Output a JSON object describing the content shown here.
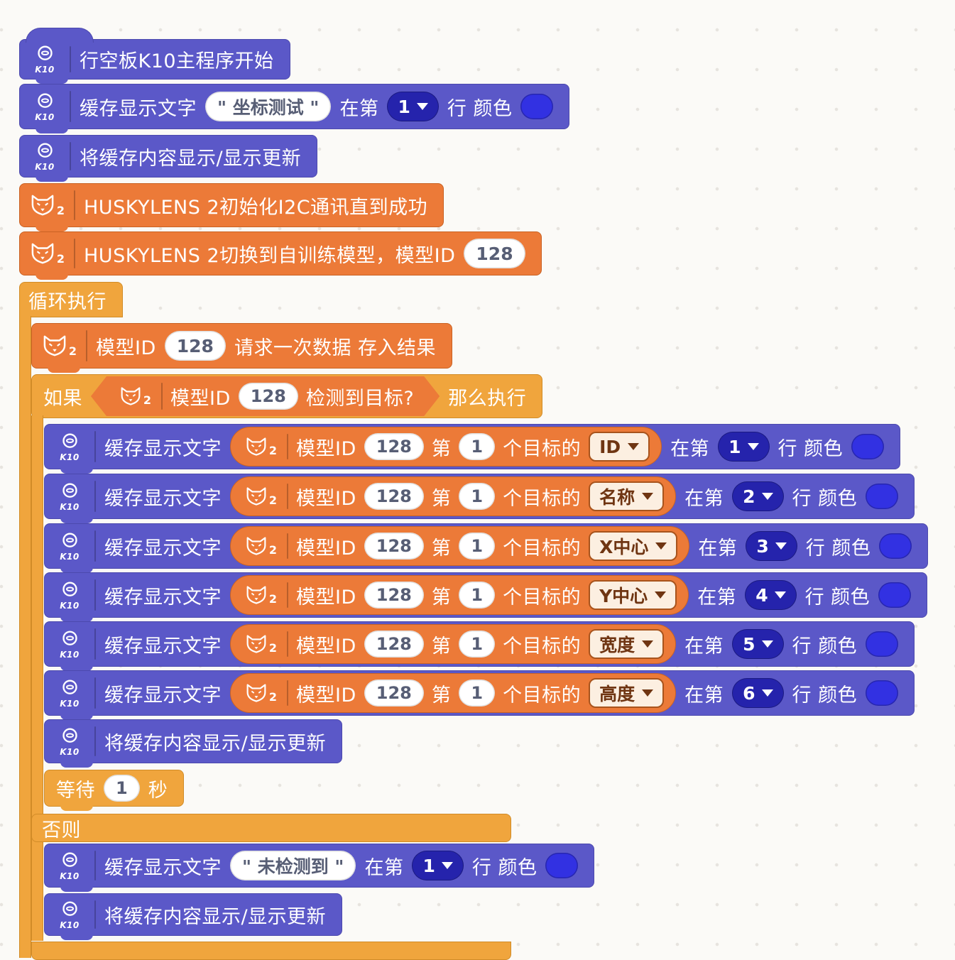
{
  "labels": {
    "k10_badge": "K10",
    "husky_sub": "2",
    "cache_text": "缓存显示文字",
    "show_update": "将缓存内容显示/显示更新",
    "at_row": "在第",
    "row_color": "行 颜色",
    "model_id": "模型ID",
    "nth": "第",
    "of_target": "个目标的"
  },
  "blocks": {
    "start": {
      "label": "行空板K10主程序开始"
    },
    "title_row": {
      "text": "\" 坐标测试 \"",
      "row": "1"
    },
    "husky_init": {
      "label": "HUSKYLENS 2初始化I2C通讯直到成功"
    },
    "husky_switch": {
      "label": "HUSKYLENS 2切换到自训练模型，模型ID",
      "model_id": "128"
    },
    "loop": {
      "label": "循环执行"
    },
    "request": {
      "model_id": "128",
      "suffix": "请求一次数据 存入结果"
    },
    "if": {
      "if_label": "如果",
      "then_label": "那么执行",
      "else_label": "否则",
      "condition": {
        "model_id": "128",
        "question": "检测到目标?"
      }
    },
    "wait": {
      "label": "等待",
      "seconds": "1",
      "unit": "秒"
    },
    "else_text": {
      "text": "\" 未检测到 \"",
      "row": "1"
    }
  },
  "display_rows": [
    {
      "model_id": "128",
      "index": "1",
      "prop": "ID",
      "row": "1"
    },
    {
      "model_id": "128",
      "index": "1",
      "prop": "名称",
      "row": "2"
    },
    {
      "model_id": "128",
      "index": "1",
      "prop": "X中心",
      "row": "3"
    },
    {
      "model_id": "128",
      "index": "1",
      "prop": "Y中心",
      "row": "4"
    },
    {
      "model_id": "128",
      "index": "1",
      "prop": "宽度",
      "row": "5"
    },
    {
      "model_id": "128",
      "index": "1",
      "prop": "高度",
      "row": "6"
    }
  ],
  "colors": {
    "purple_block": "#5b58c8",
    "orange_block": "#ec7a38",
    "yellow_block": "#f0a53d",
    "row_pill": "#2523ac",
    "color_swatch": "#3231e2",
    "canvas_bg": "#fbfaf7"
  }
}
